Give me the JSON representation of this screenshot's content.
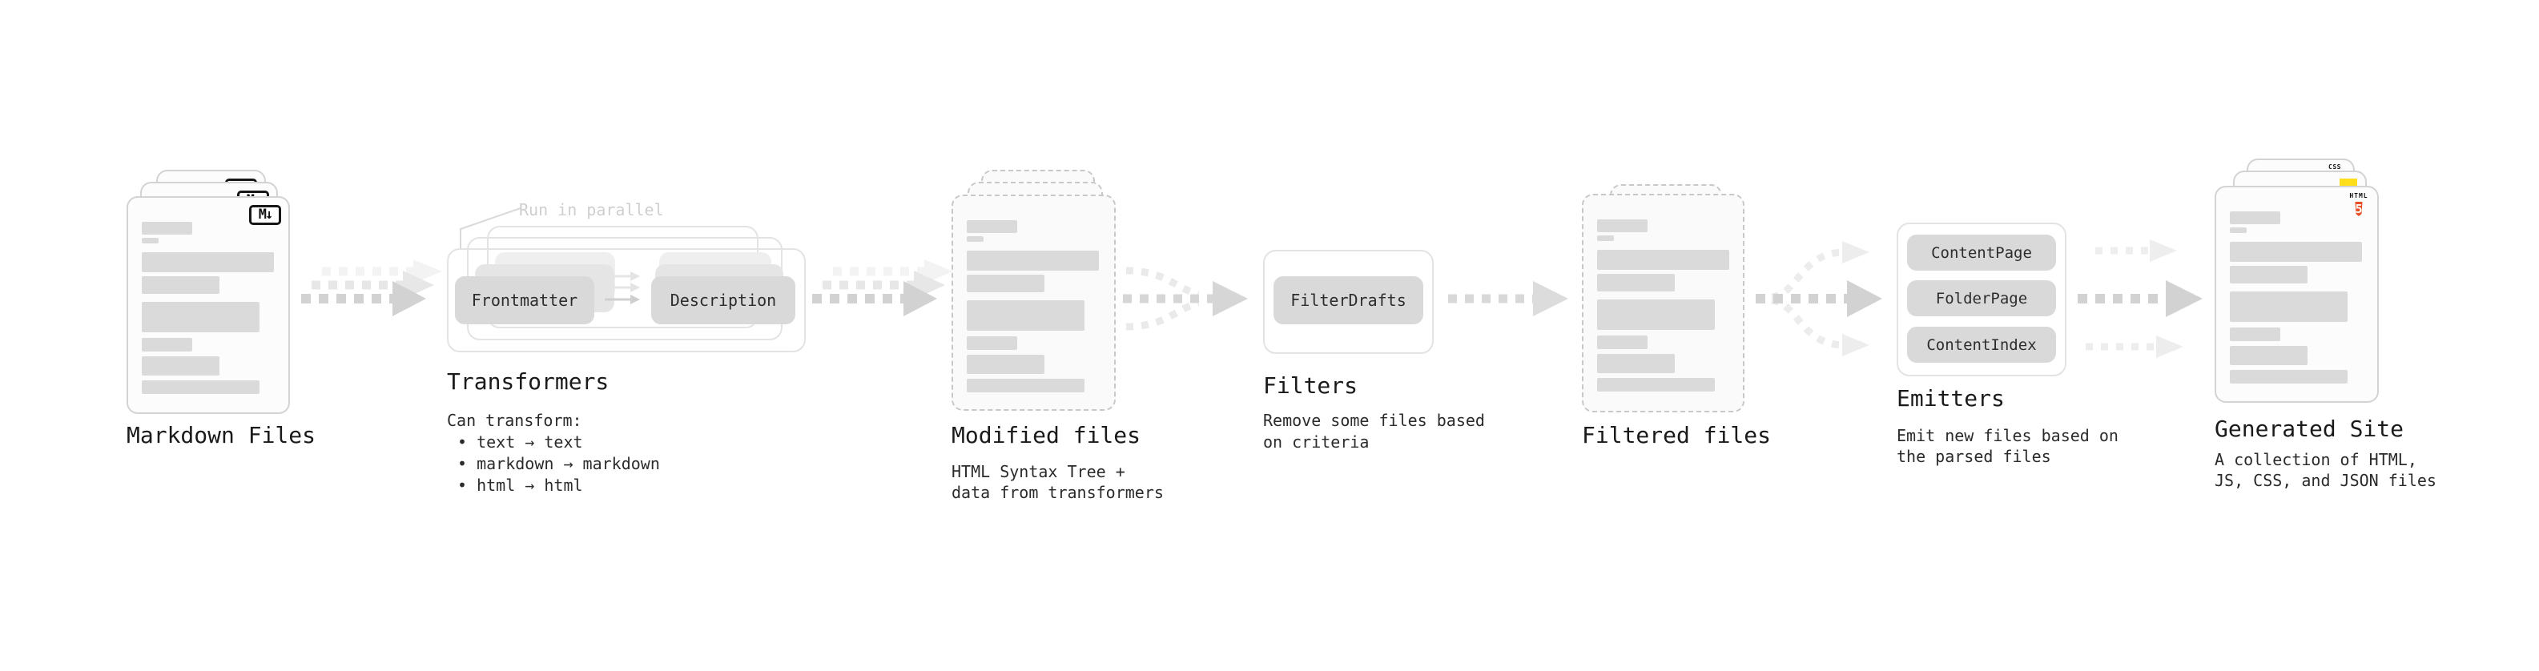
{
  "stages": {
    "markdown_files": {
      "title": "Markdown Files",
      "badge": "M↓"
    },
    "transformers": {
      "title": "Transformers",
      "annotation": "Run in parallel",
      "source_box": "Frontmatter",
      "result_box": "Description",
      "desc_heading": "Can transform:",
      "bullets": [
        "• text → text",
        "• markdown → markdown",
        "• html → html"
      ]
    },
    "modified_files": {
      "title": "Modified files",
      "desc": [
        "HTML Syntax Tree +",
        "data from transformers"
      ]
    },
    "filters": {
      "title": "Filters",
      "box": "FilterDrafts",
      "desc": [
        "Remove some files based",
        "on criteria"
      ]
    },
    "filtered_files": {
      "title": "Filtered files"
    },
    "emitters": {
      "title": "Emitters",
      "boxes": [
        "ContentPage",
        "FolderPage",
        "ContentIndex"
      ],
      "desc": [
        "Emit new files based on",
        "the parsed files"
      ]
    },
    "generated_site": {
      "title": "Generated Site",
      "desc": [
        "A collection of HTML,",
        "JS, CSS, and JSON files"
      ],
      "badges": {
        "html5_label": "HTML",
        "html5_number": "5",
        "css_label": "CSS"
      }
    }
  },
  "colors": {
    "html5_orange": "#e84e24",
    "js_yellow": "#ffdf1c",
    "css_blue": "#2e6bf0",
    "arrow_gray": "#d2d2d2",
    "ghost_gray": "#ececec",
    "bar_gray": "#dadada"
  }
}
